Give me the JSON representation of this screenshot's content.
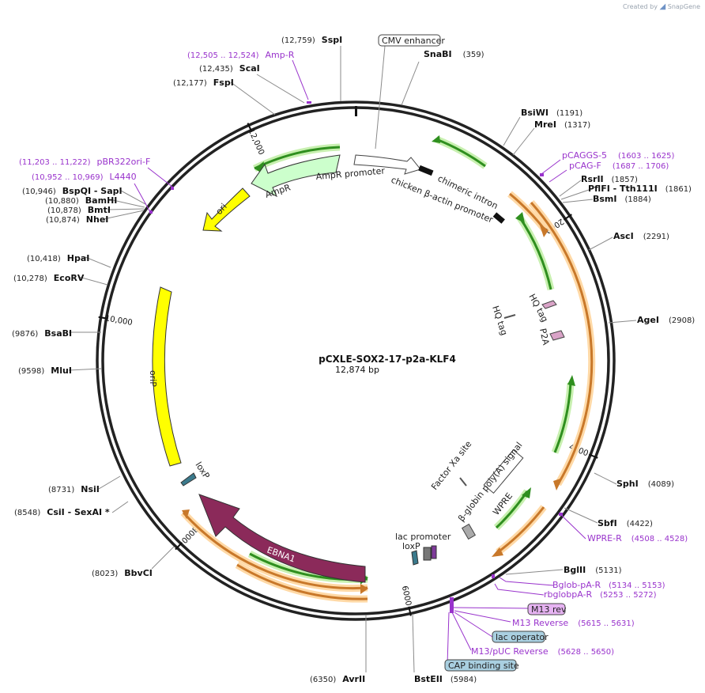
{
  "branding": {
    "created_by": "Created by",
    "logo_label": "SnapGene"
  },
  "plasmid": {
    "name": "pCXLE-SOX2-17-p2a-KLF4",
    "size_label": "12,874 bp",
    "total_bp": 12874
  },
  "colors": {
    "backbone": "#222222",
    "enzyme_line": "#8a8a8a",
    "primer": "#9933cc",
    "green_feature": "#2f8f1f",
    "green_glow": "#c8f0b0",
    "orange_feature": "#c8782a",
    "orange_glow": "#ffd9a6",
    "ampr_fill": "#ccffcc",
    "ori_fill": "#ffff00",
    "ebna1_fill": "#8b2a5a",
    "loxp_fill": "#3b7a8c",
    "hq_fill": "#d9a3c7",
    "lac_operator_fill": "#a9cfe0",
    "cap_site_fill": "#a9cfe0",
    "m13_rev_fill": "#e6b3f2"
  },
  "ticks": [
    {
      "bp": 2000,
      "label": "2000"
    },
    {
      "bp": 4000,
      "label": "4000"
    },
    {
      "bp": 6000,
      "label": "6000"
    },
    {
      "bp": 8000,
      "label": "8000"
    },
    {
      "bp": 10000,
      "label": "10,000"
    },
    {
      "bp": 12000,
      "label": "12,000"
    }
  ],
  "enzymes": [
    {
      "name": "SspI",
      "pos": "(12,759)",
      "bp": 12759
    },
    {
      "name": "SnaBI",
      "pos": "(359)",
      "bp": 359
    },
    {
      "name": "ScaI",
      "pos": "(12,435)",
      "bp": 12435
    },
    {
      "name": "FspI",
      "pos": "(12,177)",
      "bp": 12177
    },
    {
      "name": "BsiWI",
      "pos": "(1191)",
      "bp": 1191
    },
    {
      "name": "MreI",
      "pos": "(1317)",
      "bp": 1317
    },
    {
      "name": "RsrII",
      "pos": "(1857)",
      "bp": 1857
    },
    {
      "name": "PflFI - Tth111I",
      "pos": "(1861)",
      "bp": 1861
    },
    {
      "name": "BsmI",
      "pos": "(1884)",
      "bp": 1884
    },
    {
      "name": "AscI",
      "pos": "(2291)",
      "bp": 2291
    },
    {
      "name": "AgeI",
      "pos": "(2908)",
      "bp": 2908
    },
    {
      "name": "SphI",
      "pos": "(4089)",
      "bp": 4089
    },
    {
      "name": "SbfI",
      "pos": "(4422)",
      "bp": 4422
    },
    {
      "name": "BglII",
      "pos": "(5131)",
      "bp": 5131
    },
    {
      "name": "BstEII",
      "pos": "(5984)",
      "bp": 5984
    },
    {
      "name": "AvrII",
      "pos": "(6350)",
      "bp": 6350
    },
    {
      "name": "BbvCI",
      "pos": "(8023)",
      "bp": 8023
    },
    {
      "name": "CsiI - SexAI *",
      "pos": "(8548)",
      "bp": 8548
    },
    {
      "name": "NsiI",
      "pos": "(8731)",
      "bp": 8731
    },
    {
      "name": "MluI",
      "pos": "(9598)",
      "bp": 9598
    },
    {
      "name": "BsaBI",
      "pos": "(9876)",
      "bp": 9876
    },
    {
      "name": "EcoRV",
      "pos": "(10,278)",
      "bp": 10278
    },
    {
      "name": "HpaI",
      "pos": "(10,418)",
      "bp": 10418
    },
    {
      "name": "NheI",
      "pos": "(10,874)",
      "bp": 10874
    },
    {
      "name": "BmtI",
      "pos": "(10,878)",
      "bp": 10878
    },
    {
      "name": "BamHI",
      "pos": "(10,880)",
      "bp": 10880
    },
    {
      "name": "BspQI - SapI",
      "pos": "(10,946)",
      "bp": 10946
    }
  ],
  "primers": [
    {
      "name": "Amp-R",
      "pos": "(12,505 .. 12,524)",
      "bp": 12514
    },
    {
      "name": "pBR322ori-F",
      "pos": "(11,203 .. 11,222)",
      "bp": 11212
    },
    {
      "name": "L4440",
      "pos": "(10,952 .. 10,969)",
      "bp": 10960
    },
    {
      "name": "pCAGGS-5",
      "pos": "(1603 .. 1625)",
      "bp": 1614
    },
    {
      "name": "pCAG-F",
      "pos": "(1687 .. 1706)",
      "bp": 1696
    },
    {
      "name": "WPRE-R",
      "pos": "(4508 .. 4528)",
      "bp": 4518
    },
    {
      "name": "Bglob-pA-R",
      "pos": "(5134 .. 5153)",
      "bp": 5143
    },
    {
      "name": "rbglobpA-R",
      "pos": "(5253 .. 5272)",
      "bp": 5262
    },
    {
      "name": "M13 Reverse",
      "pos": "(5615 .. 5631)",
      "bp": 5623
    },
    {
      "name": "M13/pUC Reverse",
      "pos": "(5628 .. 5650)",
      "bp": 5639
    }
  ],
  "boxed_labels": [
    {
      "name": "CMV enhancer",
      "style": "white"
    },
    {
      "name": "M13 rev",
      "style": "m13"
    },
    {
      "name": "lac operator",
      "style": "lac"
    },
    {
      "name": "CAP binding site",
      "style": "cap"
    }
  ],
  "features": [
    {
      "label": "AmpR promoter"
    },
    {
      "label": "AmpR"
    },
    {
      "label": "ori"
    },
    {
      "label": "chimeric intron"
    },
    {
      "label": "chicken β-actin promoter"
    },
    {
      "label": "HQ tag"
    },
    {
      "label": "HQ tag"
    },
    {
      "label": "P2A"
    },
    {
      "label": "WPRE"
    },
    {
      "label": "β-globin poly(A) signal"
    },
    {
      "label": "Factor Xa site"
    },
    {
      "label": "lac promoter"
    },
    {
      "label": "loxP"
    },
    {
      "label": "loxP"
    },
    {
      "label": "EBNA1"
    },
    {
      "label": "oriP"
    }
  ]
}
